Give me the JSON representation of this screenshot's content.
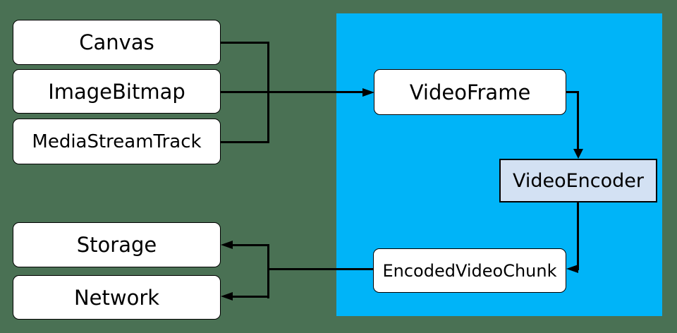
{
  "diagram": {
    "colors": {
      "background": "#4a7154",
      "region": "#00b4f8",
      "node_fill": "#ffffff",
      "encoder_fill": "#d3e1f3",
      "line": "#000000",
      "text": "#000000"
    },
    "nodes": {
      "canvas": {
        "label": "Canvas"
      },
      "imagebitmap": {
        "label": "ImageBitmap"
      },
      "mediastreamtrack": {
        "label": "MediaStreamTrack"
      },
      "videoframe": {
        "label": "VideoFrame"
      },
      "videoencoder": {
        "label": "VideoEncoder"
      },
      "encodedvideochunk": {
        "label": "EncodedVideoChunk"
      },
      "storage": {
        "label": "Storage"
      },
      "network": {
        "label": "Network"
      }
    },
    "edges": [
      {
        "from": "Canvas",
        "to": "VideoFrame"
      },
      {
        "from": "ImageBitmap",
        "to": "VideoFrame"
      },
      {
        "from": "MediaStreamTrack",
        "to": "VideoFrame"
      },
      {
        "from": "VideoFrame",
        "to": "VideoEncoder"
      },
      {
        "from": "VideoEncoder",
        "to": "EncodedVideoChunk"
      },
      {
        "from": "EncodedVideoChunk",
        "to": "Storage"
      },
      {
        "from": "EncodedVideoChunk",
        "to": "Network"
      }
    ]
  }
}
